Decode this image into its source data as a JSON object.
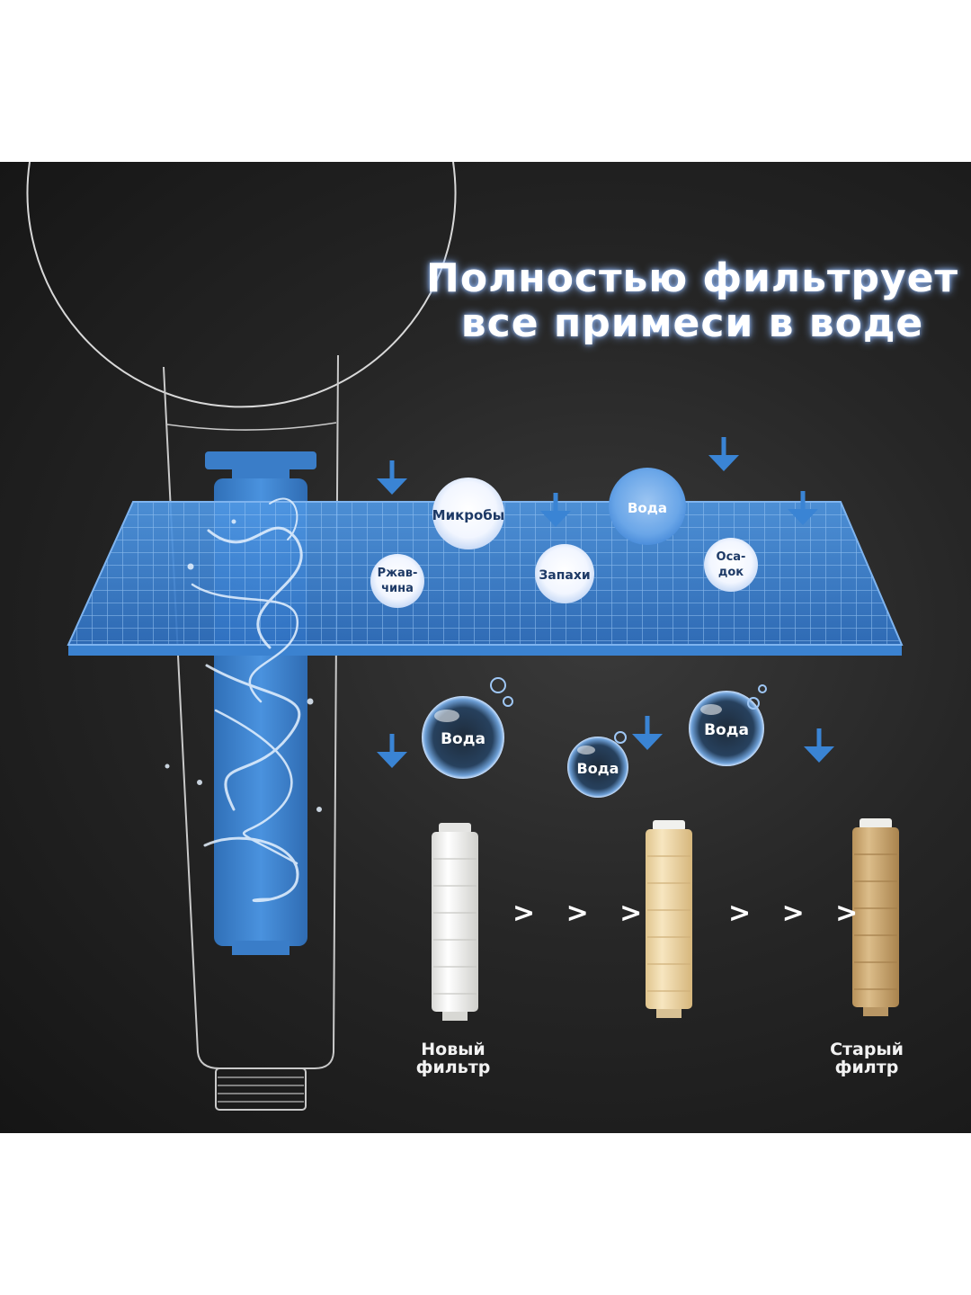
{
  "headline": {
    "line1": "Полностью фильтрует",
    "line2": "все примеси в воде"
  },
  "contaminants": [
    {
      "id": "microbes",
      "label": "Микробы"
    },
    {
      "id": "water-top",
      "label": "Вода"
    },
    {
      "id": "rust",
      "label": "Ржав-\nчина"
    },
    {
      "id": "odors",
      "label": "Запахи"
    },
    {
      "id": "sediment",
      "label": "Оса-\nдок"
    }
  ],
  "water_bubbles": [
    {
      "id": "1",
      "label": "Вода"
    },
    {
      "id": "2",
      "label": "Вода"
    },
    {
      "id": "3",
      "label": "Вода"
    }
  ],
  "filters": {
    "new_label": "Новый\nфильтр",
    "old_label": "Старый\nфилтр",
    "separator": "> > >",
    "stage_colors": [
      "#f4f4f2",
      "#f1deb4",
      "#cfae7a"
    ]
  },
  "colors": {
    "accent_blue": "#3a84d4",
    "grid_blue": "#3f86d6",
    "background": "#222222"
  },
  "icons": [
    "down-arrow-icon",
    "shower-head-icon",
    "filter-cartridge-icon",
    "water-splash-icon"
  ]
}
